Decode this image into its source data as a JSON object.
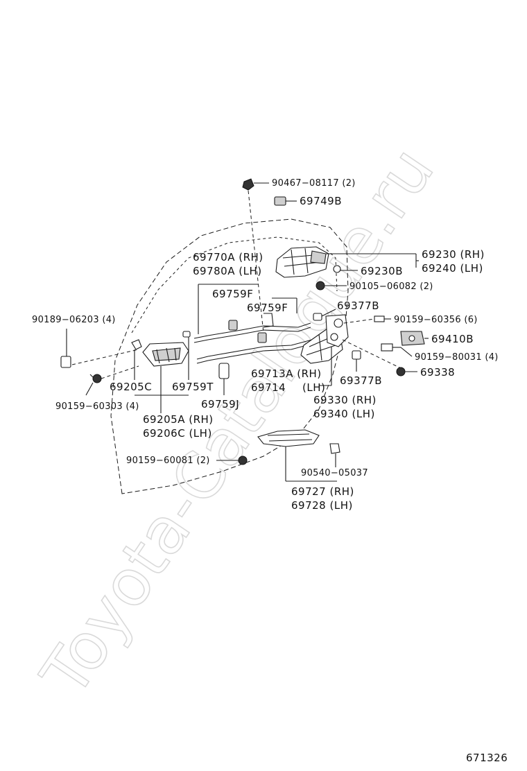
{
  "watermark": "Toyota-Catalogue.ru",
  "diagram_id": "671326",
  "labels": {
    "p90467": "90467−08117 (2)",
    "p69749B": "69749B",
    "p69770A": "69770A (RH)",
    "p69780A": "69780A (LH)",
    "p69230": "69230 (RH)",
    "p69240": "69240 (LH)",
    "p69230B": "69230B",
    "p90105": "90105−06082 (2)",
    "p69759F_1": "69759F",
    "p69759F_2": "69759F",
    "p69377B_1": "69377B",
    "p90159_60356": "90159−60356 (6)",
    "p90189": "90189−06203 (4)",
    "p69410B": "69410B",
    "p90159_80031": "90159−80031 (4)",
    "p69338": "69338",
    "p69205C": "69205C",
    "p69759T": "69759T",
    "p69713A": "69713A (RH)",
    "p69714": "69714",
    "p69714_lh": "(LH)",
    "p69377B_2": "69377B",
    "p90159_60303": "90159−60303 (4)",
    "p69759J": "69759J",
    "p69330": "69330 (RH)",
    "p69340": "69340 (LH)",
    "p69205A": "69205A (RH)",
    "p69206C": "69206C (LH)",
    "p90159_60081": "90159−60081 (2)",
    "p90540": "90540−05037",
    "p69727": "69727 (RH)",
    "p69728": "69728 (LH)"
  }
}
